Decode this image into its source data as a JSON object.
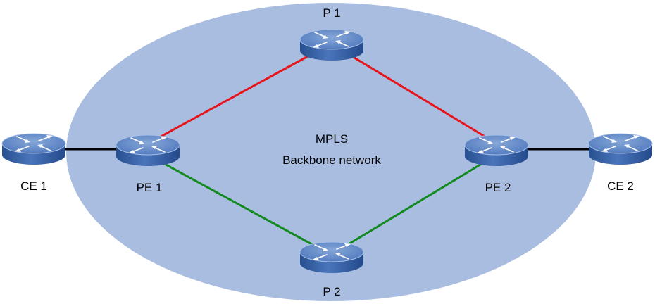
{
  "network": {
    "title_line1": "MPLS",
    "title_line2": "Backbone network",
    "cloud_color": "#a9bde0"
  },
  "devices": {
    "ce1": {
      "label": "CE 1",
      "type": "router"
    },
    "pe1": {
      "label": "PE 1",
      "type": "router"
    },
    "p1": {
      "label": "P 1",
      "type": "router"
    },
    "p2": {
      "label": "P 2",
      "type": "router"
    },
    "pe2": {
      "label": "PE 2",
      "type": "router"
    },
    "ce2": {
      "label": "CE 2",
      "type": "router"
    }
  },
  "links": [
    {
      "from": "ce1",
      "to": "pe1",
      "color": "#000000"
    },
    {
      "from": "pe1",
      "to": "p1",
      "color": "#e8141c"
    },
    {
      "from": "p1",
      "to": "pe2",
      "color": "#e8141c"
    },
    {
      "from": "pe1",
      "to": "p2",
      "color": "#138a1f"
    },
    {
      "from": "p2",
      "to": "pe2",
      "color": "#138a1f"
    },
    {
      "from": "pe2",
      "to": "ce2",
      "color": "#000000"
    }
  ],
  "colors": {
    "router_top": "#5f86c4",
    "router_side": "#2f5aa3",
    "router_edge": "#9cb6e0",
    "arrow": "#ffffff"
  }
}
